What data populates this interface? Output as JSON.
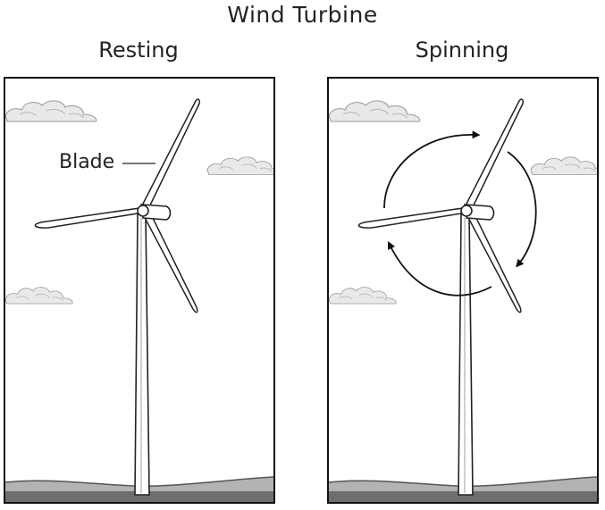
{
  "title": "Wind Turbine",
  "panels": {
    "left": {
      "label": "Resting",
      "blade_label": "Blade"
    },
    "right": {
      "label": "Spinning"
    }
  }
}
